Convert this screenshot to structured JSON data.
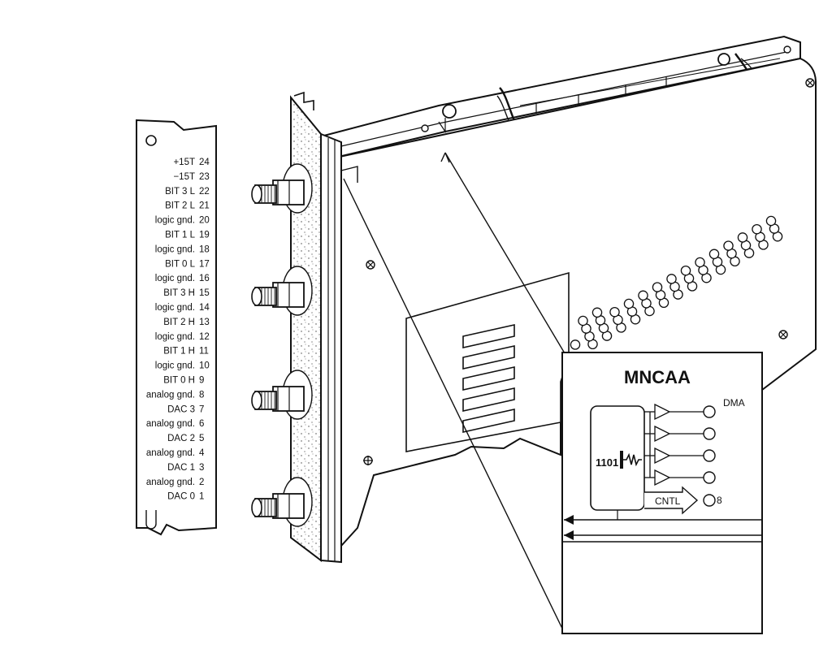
{
  "pin_strip": {
    "pins": [
      {
        "label": "+15T",
        "number": "24"
      },
      {
        "label": "−15T",
        "number": "23"
      },
      {
        "label": "BIT 3 L",
        "number": "22"
      },
      {
        "label": "BIT 2 L",
        "number": "21"
      },
      {
        "label": "logic gnd.",
        "number": "20"
      },
      {
        "label": "BIT 1 L",
        "number": "19"
      },
      {
        "label": "logic gnd.",
        "number": "18"
      },
      {
        "label": "BIT 0 L",
        "number": "17"
      },
      {
        "label": "logic gnd.",
        "number": "16"
      },
      {
        "label": "BIT 3 H",
        "number": "15"
      },
      {
        "label": "logic gnd.",
        "number": "14"
      },
      {
        "label": "BIT 2 H",
        "number": "13"
      },
      {
        "label": "logic gnd.",
        "number": "12"
      },
      {
        "label": "BIT 1 H",
        "number": "11"
      },
      {
        "label": "logic gnd.",
        "number": "10"
      },
      {
        "label": "BIT 0 H",
        "number": "9"
      },
      {
        "label": "analog gnd.",
        "number": "8"
      },
      {
        "label": "DAC 3",
        "number": "7"
      },
      {
        "label": "analog gnd.",
        "number": "6"
      },
      {
        "label": "DAC 2",
        "number": "5"
      },
      {
        "label": "analog gnd.",
        "number": "4"
      },
      {
        "label": "DAC 1",
        "number": "3"
      },
      {
        "label": "analog gnd.",
        "number": "2"
      },
      {
        "label": "DAC 0",
        "number": "1"
      }
    ]
  },
  "block_diagram": {
    "title": "MNCAA",
    "dma_label": "DMA",
    "bits_label": "1101",
    "cntl_label": "CNTL",
    "count_label": "8"
  }
}
